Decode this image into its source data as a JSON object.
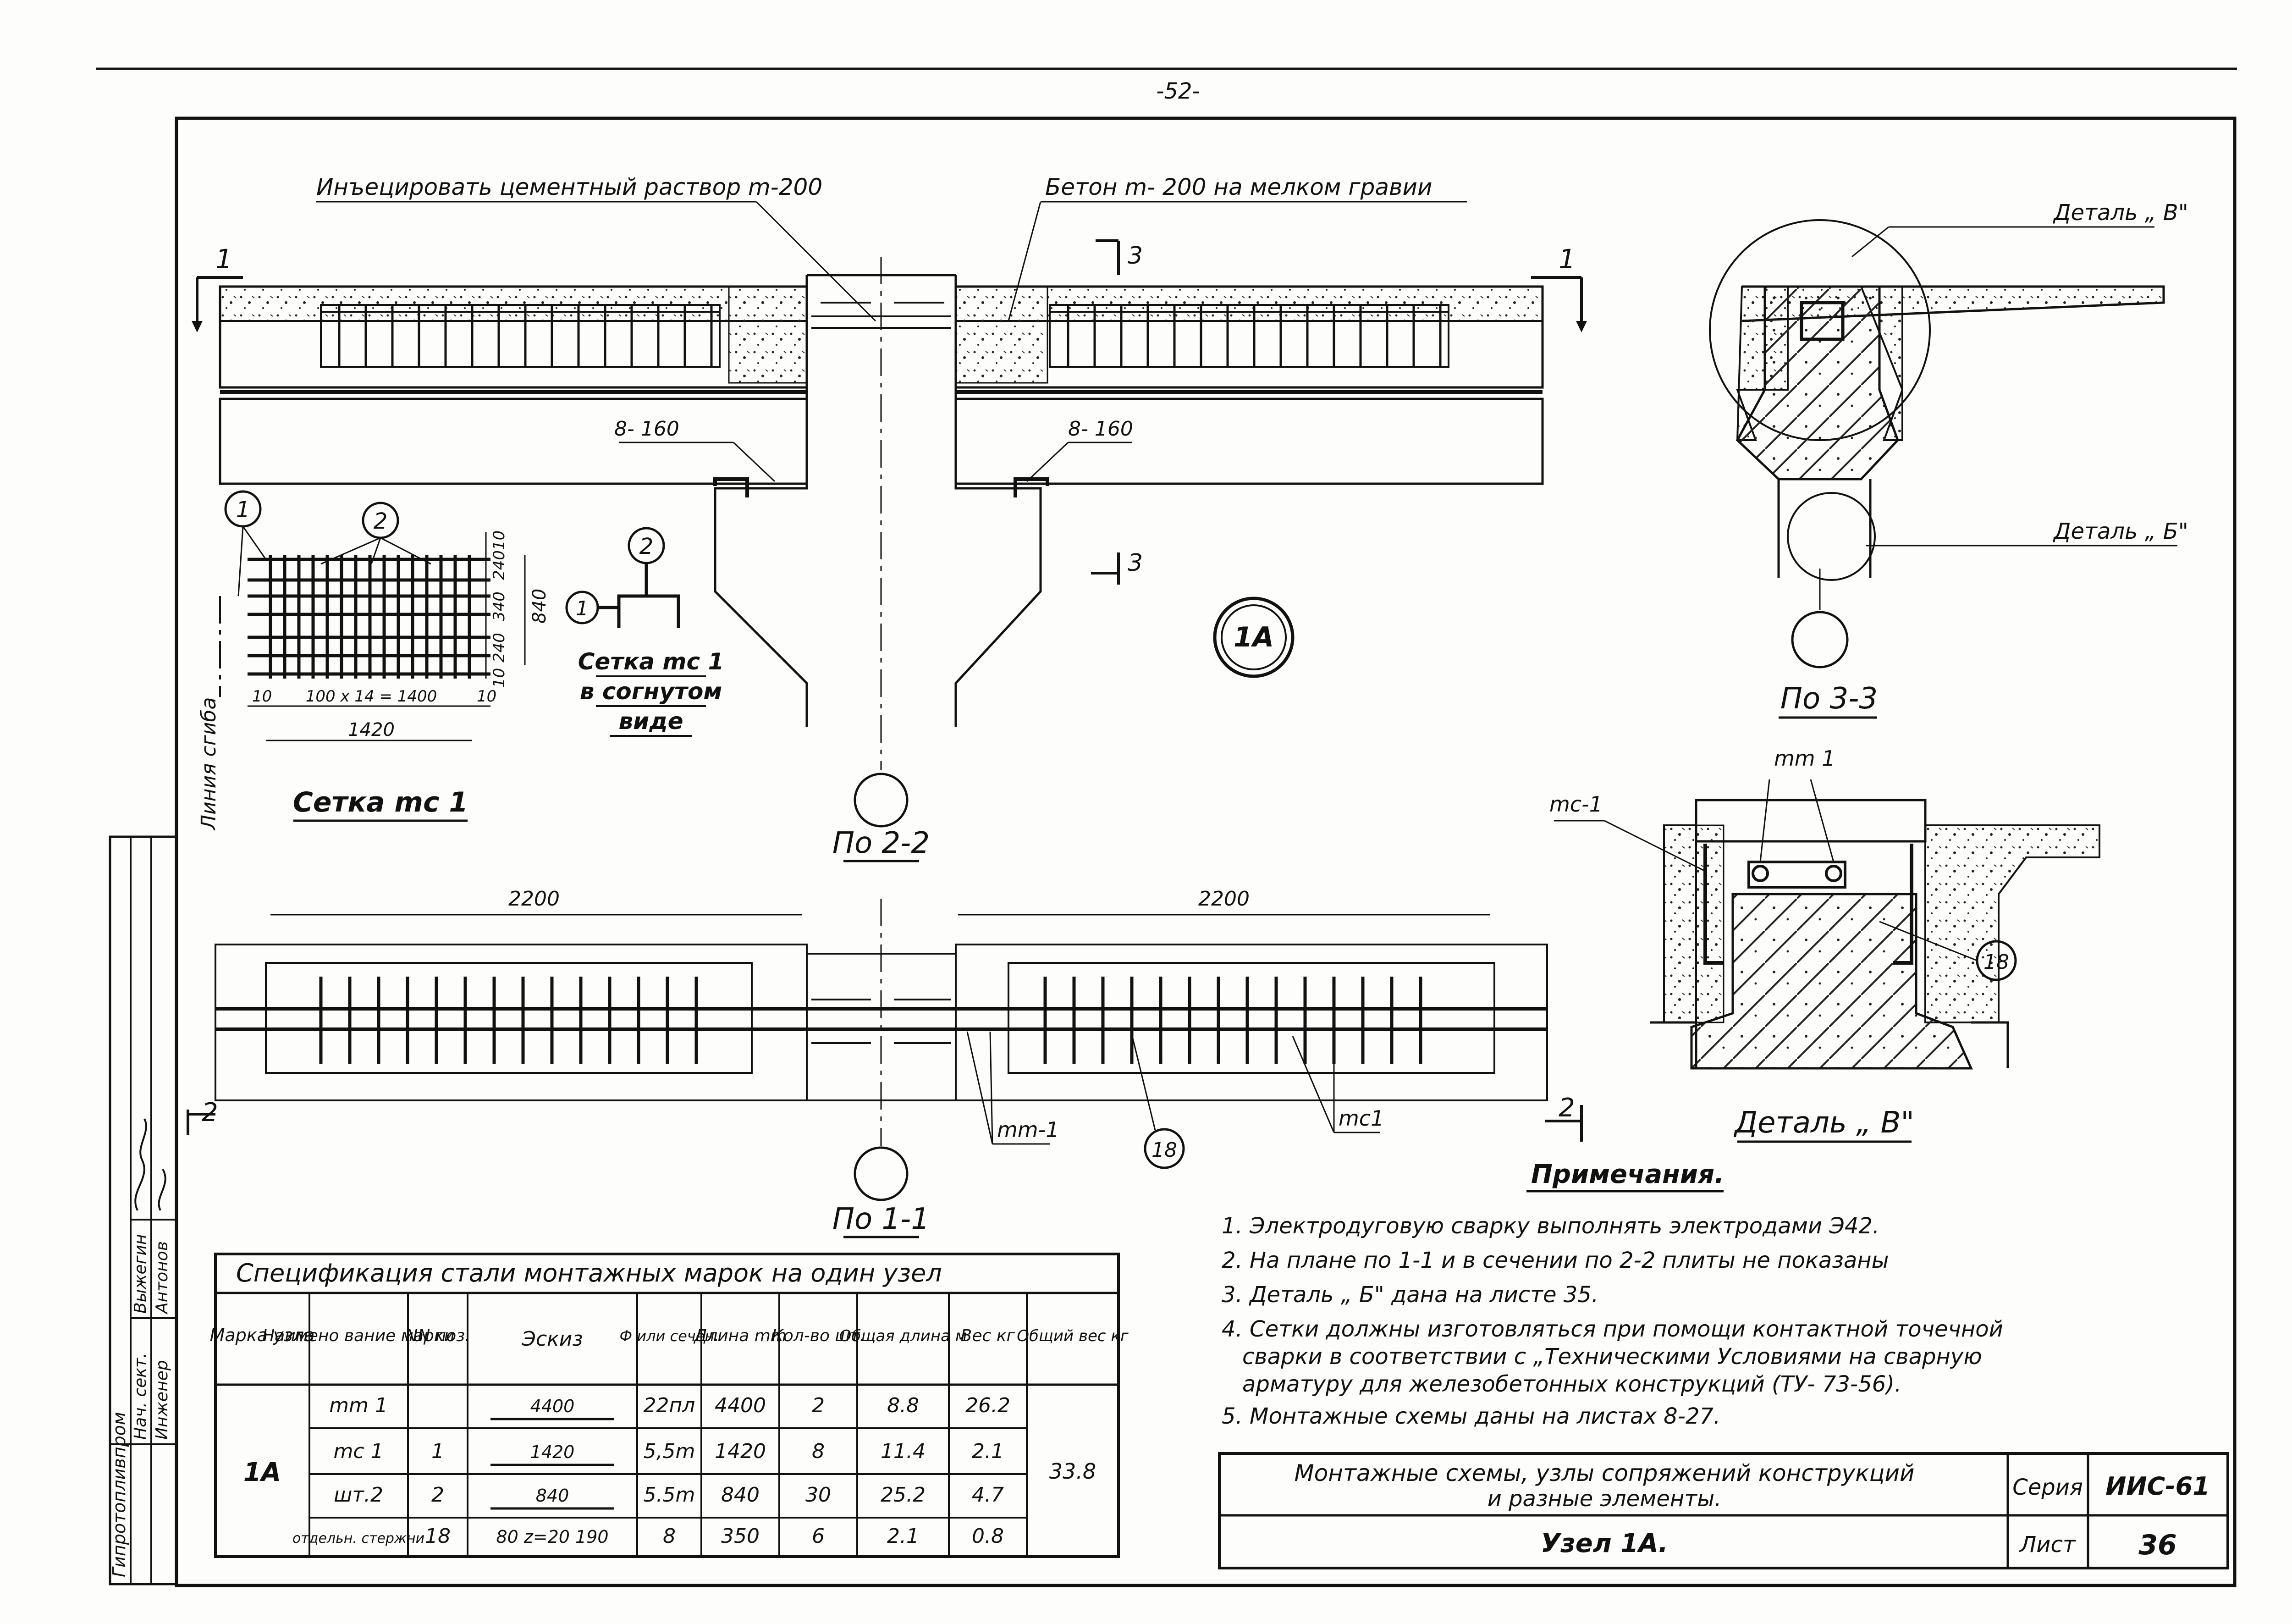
{
  "page_number": "-52-",
  "callouts": {
    "inject": "Инъецировать цементный раствор m-200",
    "concrete": "Бетон m- 200 на мелком гравии",
    "detail_v_top": "Деталь „ В\"",
    "detail_b": "Деталь „ Б\""
  },
  "section_marks": {
    "one": "1",
    "two": "2",
    "three": "3"
  },
  "dims": {
    "span_left": "2200",
    "span_right": "2200",
    "weld_left": "8- 160",
    "weld_right": "8- 160",
    "mesh_v1": "240",
    "mesh_v2": "340",
    "mesh_v3": "240",
    "mesh_v_total": "840",
    "mesh_edge_top": "10",
    "mesh_edge_bottom": "10",
    "mesh_h_inner": "100 х 14 = 1400",
    "mesh_h_edge_left": "10",
    "mesh_h_edge_right": "10",
    "mesh_h_total": "1420"
  },
  "labels": {
    "mesh_bent_line1": "Сетка mc 1",
    "mesh_bent_line2": "в согнутом",
    "mesh_bent_line3": "виде",
    "mesh_title": "Сетка mc 1",
    "fold_line": "Линия сгиба",
    "node_id": "1А",
    "view_22": "По 2-2",
    "view_33": "По 3-3",
    "view_11": "По 1-1",
    "mm1_plan": "mm-1",
    "mc1_plan": "mc1",
    "mm1_detail": "mm 1",
    "mc1_detail": "mc-1",
    "detail_v_title": "Деталь „ В\""
  },
  "pos_marks": {
    "p1": "1",
    "p2": "2",
    "p18": "18"
  },
  "notes": {
    "title": "Примечания.",
    "items": [
      "1. Электродуговую сварку выполнять электродами Э42.",
      "2. На плане по 1-1 и в сечении по 2-2 плиты не показаны",
      "3. Деталь „ Б\" дана на листе 35.",
      "4. Сетки должны изготовляться при помощи контактной точечной",
      "сварки в соответствии с „Техническими Условиями на сварную",
      "арматуру для железобетонных конструкций (ТУ- 73-56).",
      "5. Монтажные схемы даны на листах 8-27."
    ]
  },
  "spec_table": {
    "title": "Спецификация стали монтажных марок на один узел",
    "headers": [
      "Марка узла",
      "Наимено вание марки",
      "NN поз.",
      "Эскиз",
      "Ф или сечен.",
      "Длина mm",
      "Кол-во шт.",
      "Общая длина м",
      "Вес кг",
      "Общий вес кг"
    ],
    "node": "1А",
    "total_weight": "33.8",
    "rows": [
      {
        "name": "mm 1",
        "pos": "",
        "sketch": "4400",
        "dia": "22пл",
        "length": "4400",
        "qty": "2",
        "total_len": "8.8",
        "weight": "26.2"
      },
      {
        "name": "mc 1",
        "pos": "1",
        "sketch": "1420",
        "dia": "5,5m",
        "length": "1420",
        "qty": "8",
        "total_len": "11.4",
        "weight": "2.1"
      },
      {
        "name": "шт.2",
        "pos": "2",
        "sketch": "840",
        "dia": "5.5m",
        "length": "840",
        "qty": "30",
        "total_len": "25.2",
        "weight": "4.7"
      },
      {
        "name": "отдельн. стержни",
        "pos": "18",
        "sketch": "80 z=20 190",
        "dia": "8",
        "length": "350",
        "qty": "6",
        "total_len": "2.1",
        "weight": "0.8"
      }
    ]
  },
  "title_block": {
    "title_line1": "Монтажные схемы, узлы сопряжений конструкций",
    "title_line2": "и разные элементы.",
    "subtitle": "Узел 1А.",
    "series_label": "Серия",
    "series_value": "ИИС-61",
    "sheet_label": "Лист",
    "sheet_value": "36"
  },
  "side_stamp": {
    "org": "Гипротопливпром",
    "row1": "Нач. сект.",
    "row2": "Инженер",
    "name1": "Выжегин",
    "name2": "Антонов"
  }
}
